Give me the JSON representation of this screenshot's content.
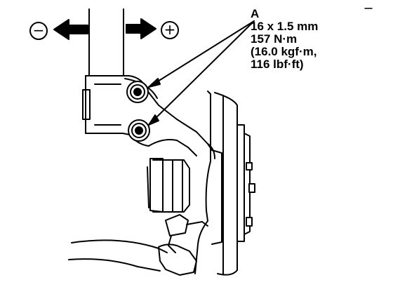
{
  "callout": {
    "letter": "A",
    "size": "16 x 1.5 mm",
    "torque_nm": "157 N·m",
    "torque_kgf": "(16.0 kgf·m,",
    "torque_lbf": "116 lbf·ft)"
  },
  "direction": {
    "negative_symbol": "−",
    "positive_symbol": "+"
  },
  "colors": {
    "ink": "#000000",
    "paper": "#ffffff"
  }
}
